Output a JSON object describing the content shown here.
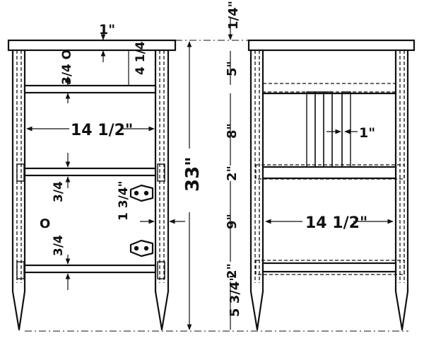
{
  "colors": {
    "ink": "#111111",
    "paper": "#ffffff"
  },
  "left_view": {
    "top_thickness": "1\"",
    "rail_height": "4 1/4",
    "upper_offset": "3/4 O",
    "inner_width": "14 1/2\"",
    "mid_thickness": "3/4",
    "hole_marker": "O",
    "lower_thickness": "3/4",
    "bracket_thickness": "1 3/4\""
  },
  "overall_height": "33\"",
  "right_view": {
    "top": "1/4\"",
    "seg1": "5\"",
    "seg2": "8\"",
    "seg3": "2\"",
    "seg4": "9\"",
    "seg5": "2\"",
    "seg6": "5 3/4\"",
    "slat_width": "1\"",
    "inner_width": "14 1/2\""
  }
}
